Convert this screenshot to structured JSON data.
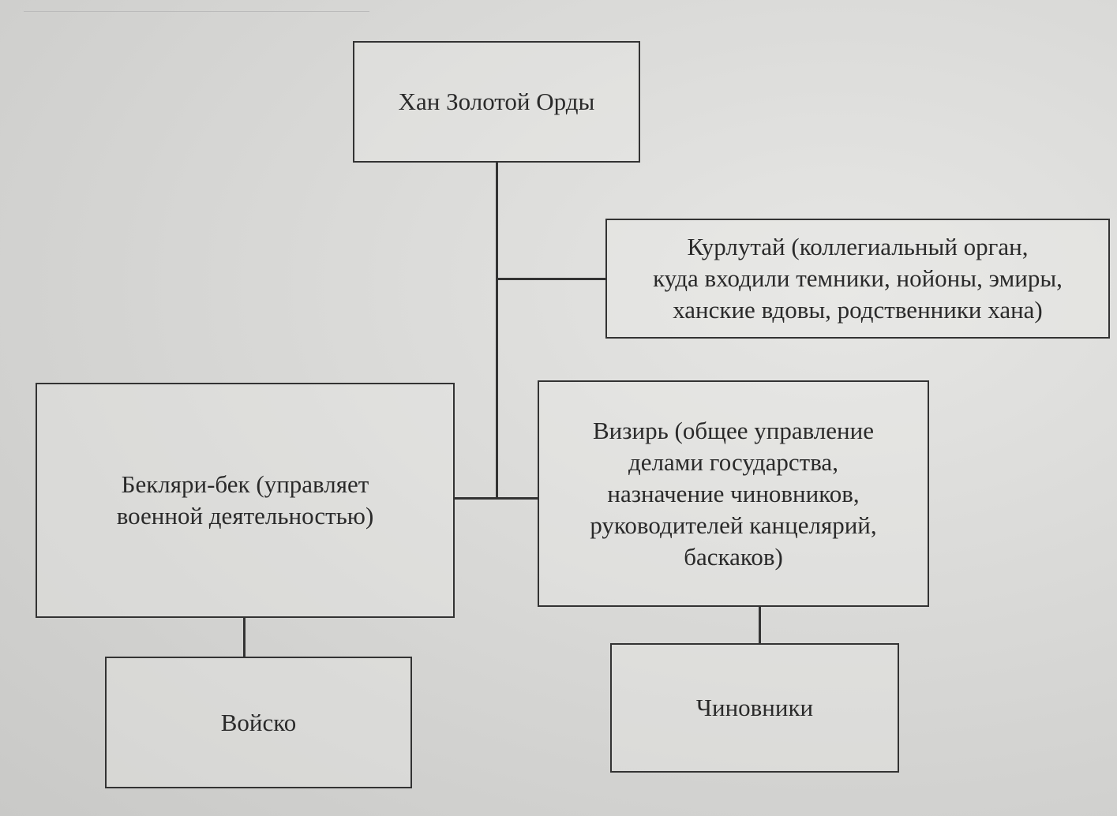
{
  "nodes": {
    "khan": "Хан Золотой Орды",
    "kurultai": "Курлутай (коллегиальный орган,\nкуда входили темники, нойоны, эмиры,\nханские вдовы, родственники хана)",
    "beklyari": "Бекляри-бек (управляет\nвоенной деятельностью)",
    "vizir": "Визирь (общее управление\nделами государства,\nназначение чиновников,\nруководителей канцелярий,\nбаскаков)",
    "voysko": "Войско",
    "chinovniki": "Чиновники"
  }
}
